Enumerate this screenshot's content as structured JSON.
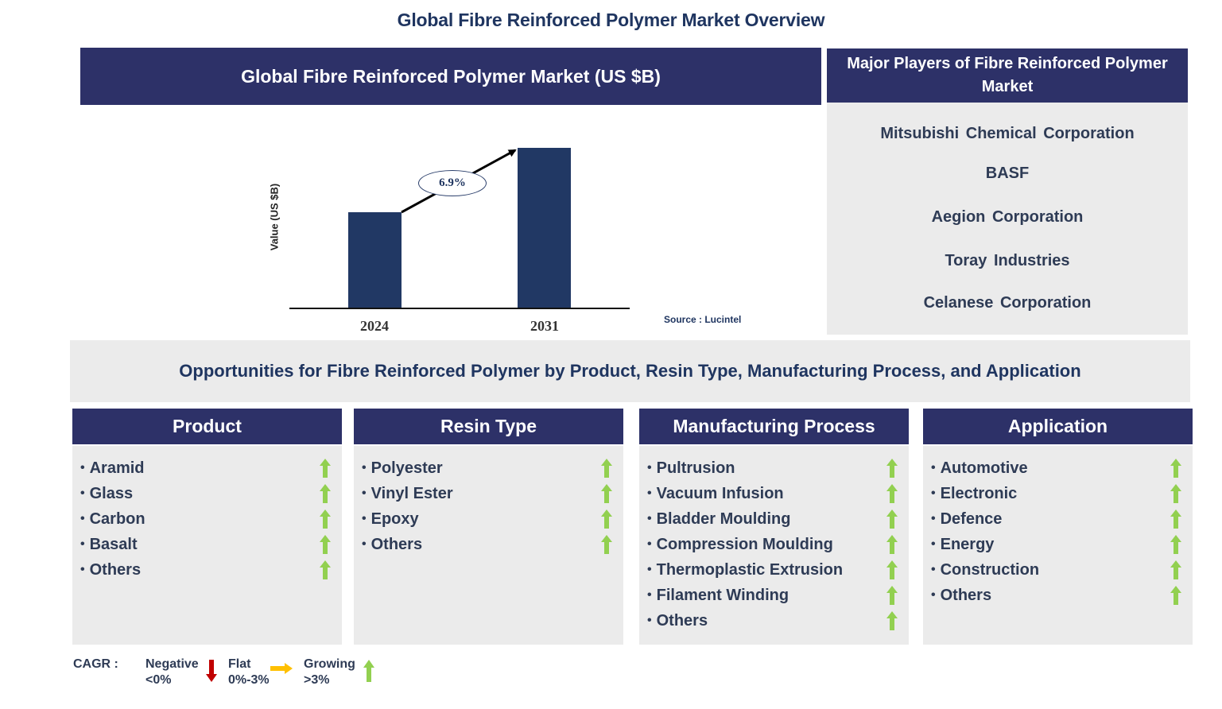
{
  "page": {
    "title": "Global Fibre Reinforced Polymer Market Overview"
  },
  "chart_panel": {
    "header": "Global Fibre Reinforced Polymer Market (US $B)",
    "source": "Source : Lucintel"
  },
  "chart_data": {
    "type": "bar",
    "title": "Global Fibre Reinforced Polymer Market (US $B)",
    "categories": [
      "2024",
      "2031"
    ],
    "values": [
      1.0,
      1.6
    ],
    "values_note": "relative bar heights; no absolute values labeled",
    "xlabel": "",
    "ylabel": "Value (US $B)",
    "annotation": "6.9%",
    "annotation_meaning": "CAGR 2024-2031",
    "grid": false,
    "bar_color": "#213864",
    "source": "Source : Lucintel"
  },
  "players": {
    "header": "Major Players of Fibre Reinforced Polymer Market",
    "items": [
      "Mitsubishi Chemical Corporation",
      "BASF",
      "Aegion Corporation",
      "Toray Industries",
      "Celanese Corporation"
    ]
  },
  "opportunities": {
    "title": "Opportunities for Fibre Reinforced Polymer by Product, Resin Type, Manufacturing Process, and Application",
    "columns": [
      {
        "header": "Product",
        "items": [
          "Aramid",
          "Glass",
          "Carbon",
          "Basalt",
          "Others"
        ],
        "trend": "growing"
      },
      {
        "header": "Resin Type",
        "items": [
          "Polyester",
          "Vinyl Ester",
          "Epoxy",
          "Others"
        ],
        "trend": "growing"
      },
      {
        "header": "Manufacturing Process",
        "items": [
          "Pultrusion",
          "Vacuum Infusion",
          "Bladder Moulding",
          "Compression Moulding",
          "Thermoplastic Extrusion",
          "Filament Winding",
          "Others"
        ],
        "trend": "growing"
      },
      {
        "header": "Application",
        "items": [
          "Automotive",
          "Electronic",
          "Defence",
          "Energy",
          "Construction",
          "Others"
        ],
        "trend": "growing"
      }
    ]
  },
  "legend": {
    "label": "CAGR :",
    "negative": {
      "title": "Negative",
      "range": "<0%",
      "color": "#c00000"
    },
    "flat": {
      "title": "Flat",
      "range": "0%-3%",
      "color": "#ffc000"
    },
    "growing": {
      "title": "Growing",
      "range": ">3%",
      "color": "#92d050"
    }
  },
  "colors": {
    "header_navy": "#2d3168",
    "panel_gray": "#ebebeb",
    "text_dark": "#2e3b55",
    "title_blue": "#1f3560"
  }
}
